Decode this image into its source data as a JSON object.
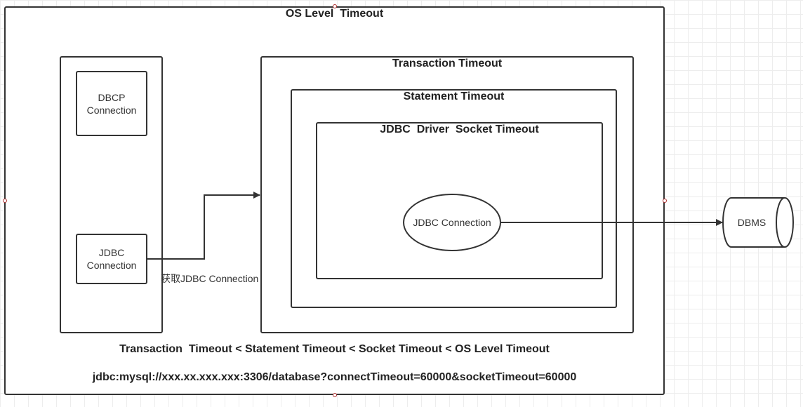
{
  "os_box": {
    "title": "OS Level  Timeout"
  },
  "pool_box": {
    "dbcp_connection": "DBCP\nConnection",
    "jdbc_connection": "JDBC\nConnection"
  },
  "transaction_box": {
    "title": "Transaction Timeout"
  },
  "statement_box": {
    "title": "Statement Timeout"
  },
  "socket_box": {
    "title": "JDBC  Driver  Socket Timeout"
  },
  "jdbc_connection_ellipse": {
    "label": "JDBC Connection"
  },
  "dbms": {
    "label": "DBMS"
  },
  "arrow_label": "获取JDBC Connection",
  "relation_text": "Transaction  Timeout < Statement Timeout < Socket Timeout < OS Level Timeout",
  "jdbc_url": "jdbc:mysql://xxx.xx.xxx.xxx:3306/database?connectTimeout=60000&socketTimeout=60000",
  "colors": {
    "stroke": "#333333",
    "handle": "#b03030",
    "grid": "#ededed"
  }
}
